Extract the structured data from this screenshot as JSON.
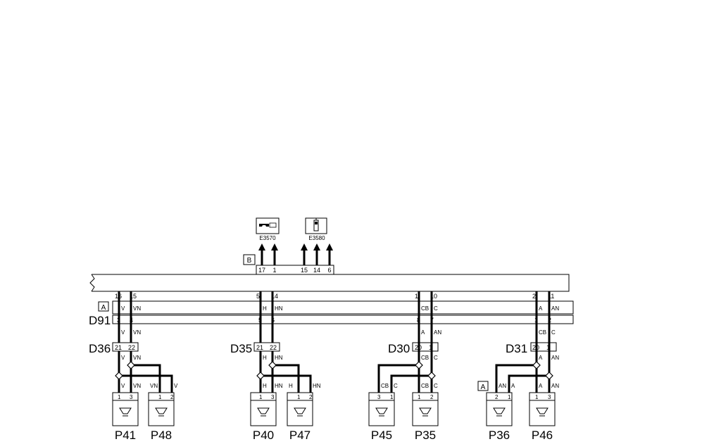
{
  "unit": {
    "connector_label": "B",
    "connector_pins": [
      "17",
      "1",
      "15",
      "14",
      "6"
    ]
  },
  "devices": [
    {
      "code": "E3570",
      "icon": "telephone-handset-icon"
    },
    {
      "code": "E3580",
      "icon": "mobile-phone-icon"
    }
  ],
  "harness": {
    "side_label": "A",
    "d91_label": "D91",
    "d36_label": "D36",
    "d35_label": "D35",
    "d30_label": "D30",
    "d31_label": "D31"
  },
  "groups": [
    {
      "a_pins": [
        "16",
        "15"
      ],
      "a_wires": [
        "V",
        "VN"
      ],
      "d91_pins": [
        "3",
        "4"
      ],
      "d91_wires": [
        "V",
        "VN"
      ],
      "d_pins": [
        "21",
        "22"
      ],
      "d_wires": [
        "V",
        "VN"
      ],
      "left": {
        "name": "P41",
        "pins": [
          "1",
          "3"
        ],
        "wires": [
          "V",
          "VN"
        ]
      },
      "right": {
        "name": "P48",
        "pins": [
          "1",
          "2"
        ],
        "wires": [
          "VN",
          "V"
        ]
      }
    },
    {
      "a_pins": [
        "5",
        "14"
      ],
      "a_wires": [
        "H",
        "HN"
      ],
      "d91_pins": [
        "5",
        "6"
      ],
      "d91_wires": [
        "",
        ""
      ],
      "d_pins": [
        "21",
        "22"
      ],
      "d_wires": [
        "H",
        "HN"
      ],
      "left": {
        "name": "P40",
        "pins": [
          "1",
          "3"
        ],
        "wires": [
          "H",
          "HN"
        ]
      },
      "right": {
        "name": "P47",
        "pins": [
          "1",
          "2"
        ],
        "wires": [
          "H",
          "HN"
        ]
      }
    },
    {
      "a_pins": [
        "1",
        "10"
      ],
      "a_wires": [
        "CB",
        "C"
      ],
      "d91_pins": [
        "8",
        "7"
      ],
      "d91_wires": [
        "A",
        "AN"
      ],
      "d_pins": [
        "20",
        "1"
      ],
      "d_wires": [
        "CB",
        "C"
      ],
      "left": {
        "name": "P45",
        "pins": [
          "3",
          "1"
        ],
        "wires": [
          "CB",
          "C"
        ]
      },
      "right": {
        "name": "P35",
        "pins": [
          "1",
          "2"
        ],
        "wires": [
          "CB",
          "C"
        ]
      }
    },
    {
      "a_pins": [
        "2",
        "11"
      ],
      "a_wires": [
        "A",
        "AN"
      ],
      "d91_pins": [
        "1",
        "2"
      ],
      "d91_wires": [
        "CB",
        "C"
      ],
      "d_pins": [
        "20",
        "1"
      ],
      "d_wires": [
        "A",
        "AN"
      ],
      "left": {
        "name": "P36",
        "pins": [
          "2",
          "1"
        ],
        "wires": [
          "AN",
          "A"
        ],
        "side_label": "A"
      },
      "right": {
        "name": "P46",
        "pins": [
          "1",
          "3"
        ],
        "wires": [
          "A",
          "AN"
        ]
      }
    }
  ]
}
